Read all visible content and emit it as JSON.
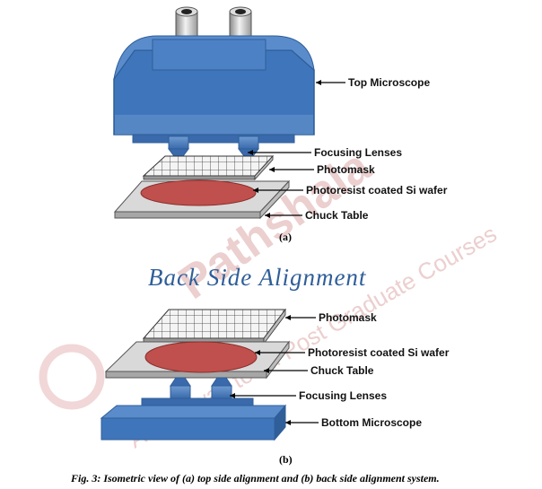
{
  "panel_a": {
    "labels": {
      "top_microscope": "Top Microscope",
      "focusing_lenses": "Focusing Lenses",
      "photomask": "Photomask",
      "wafer": "Photoresist coated Si wafer",
      "chuck_table": "Chuck Table"
    },
    "sublabel": "(a)"
  },
  "panel_b": {
    "heading": "Back Side Alignment",
    "labels": {
      "photomask": "Photomask",
      "wafer": "Photoresist coated Si wafer",
      "chuck_table": "Chuck Table",
      "focusing_lenses": "Focusing Lenses",
      "bottom_microscope": "Bottom Microscope"
    },
    "sublabel": "(b)"
  },
  "caption": "Fig. 3: Isometric view of (a) top side alignment and (b) back side alignment system.",
  "watermark": {
    "brand": "Pathshala",
    "tagline": "A Gateway to All Post Graduate Courses"
  },
  "colors": {
    "microscope": "#4a7ebf",
    "microscope_dark": "#2f5e99",
    "wafer": "#c0504d",
    "chuck": "#d9d9d9",
    "mask": "#eeeeee",
    "heading": "#2f5e99"
  }
}
